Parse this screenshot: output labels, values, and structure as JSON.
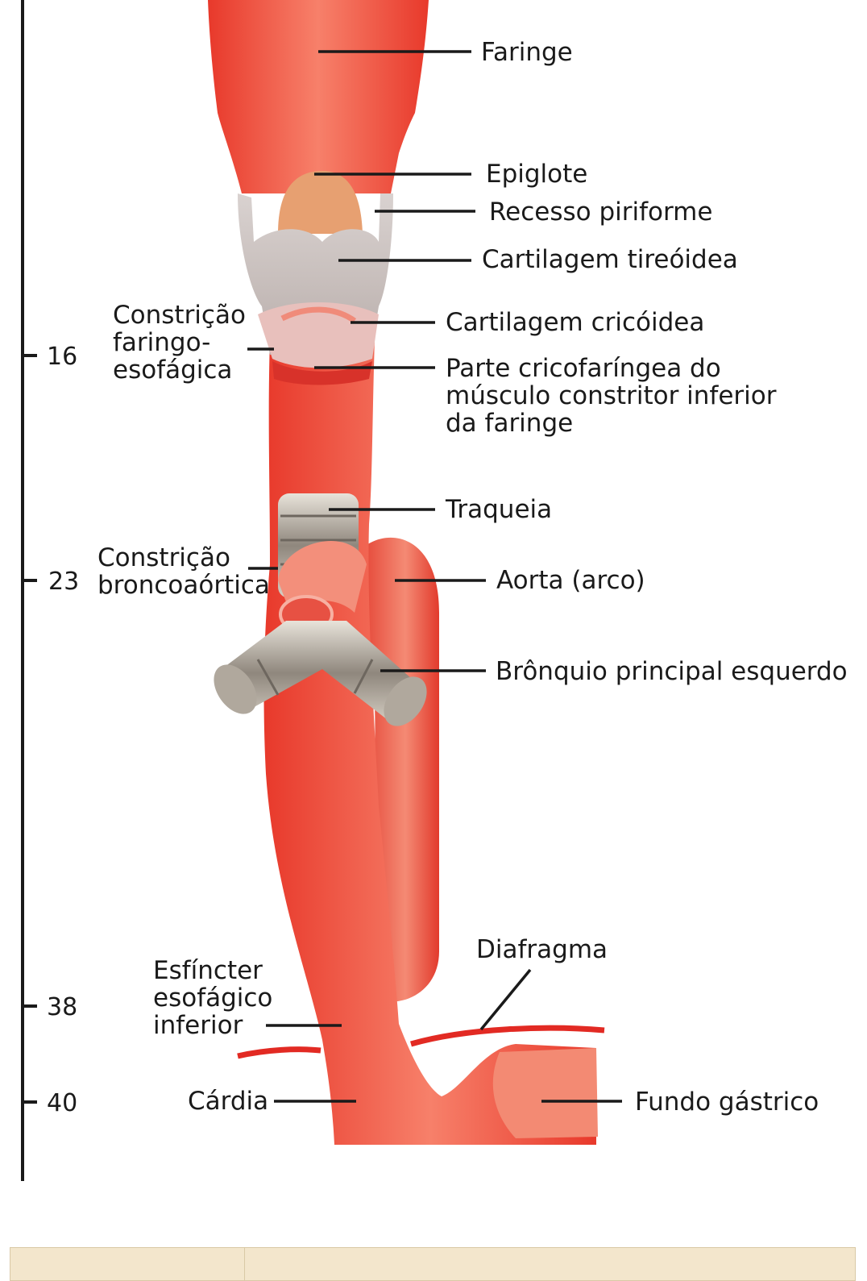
{
  "labels": {
    "faringe": "Faringe",
    "epiglote": "Epiglote",
    "recesso": "Recesso piriforme",
    "tireoidea": "Cartilagem tireóidea",
    "cricoidea": "Cartilagem cricóidea",
    "cricofaringea": [
      "Parte cricofaríngea do",
      "músculo constritor inferior",
      "da faringe"
    ],
    "constricao_faringo": [
      "Constrição",
      "faringo-",
      "esofágica"
    ],
    "traqueia": "Traqueia",
    "constricao_bronco": [
      "Constrição",
      "broncoaórtica"
    ],
    "aorta": "Aorta (arco)",
    "bronquio": "Brônquio principal esquerdo",
    "diafragma": "Diafragma",
    "esfincter": [
      "Esfíncter",
      "esofágico",
      "inferior"
    ],
    "cardia": "Cárdia",
    "fundo": "Fundo gástrico"
  },
  "scale_ticks": [
    "16",
    "23",
    "38",
    "40"
  ],
  "colors": {
    "esophagus": "#ef4636",
    "esophagus_light": "#f7806a",
    "cartilage": "#c9bfbd",
    "bronchus": "#b8b0a5",
    "line": "#1a1a1a"
  }
}
